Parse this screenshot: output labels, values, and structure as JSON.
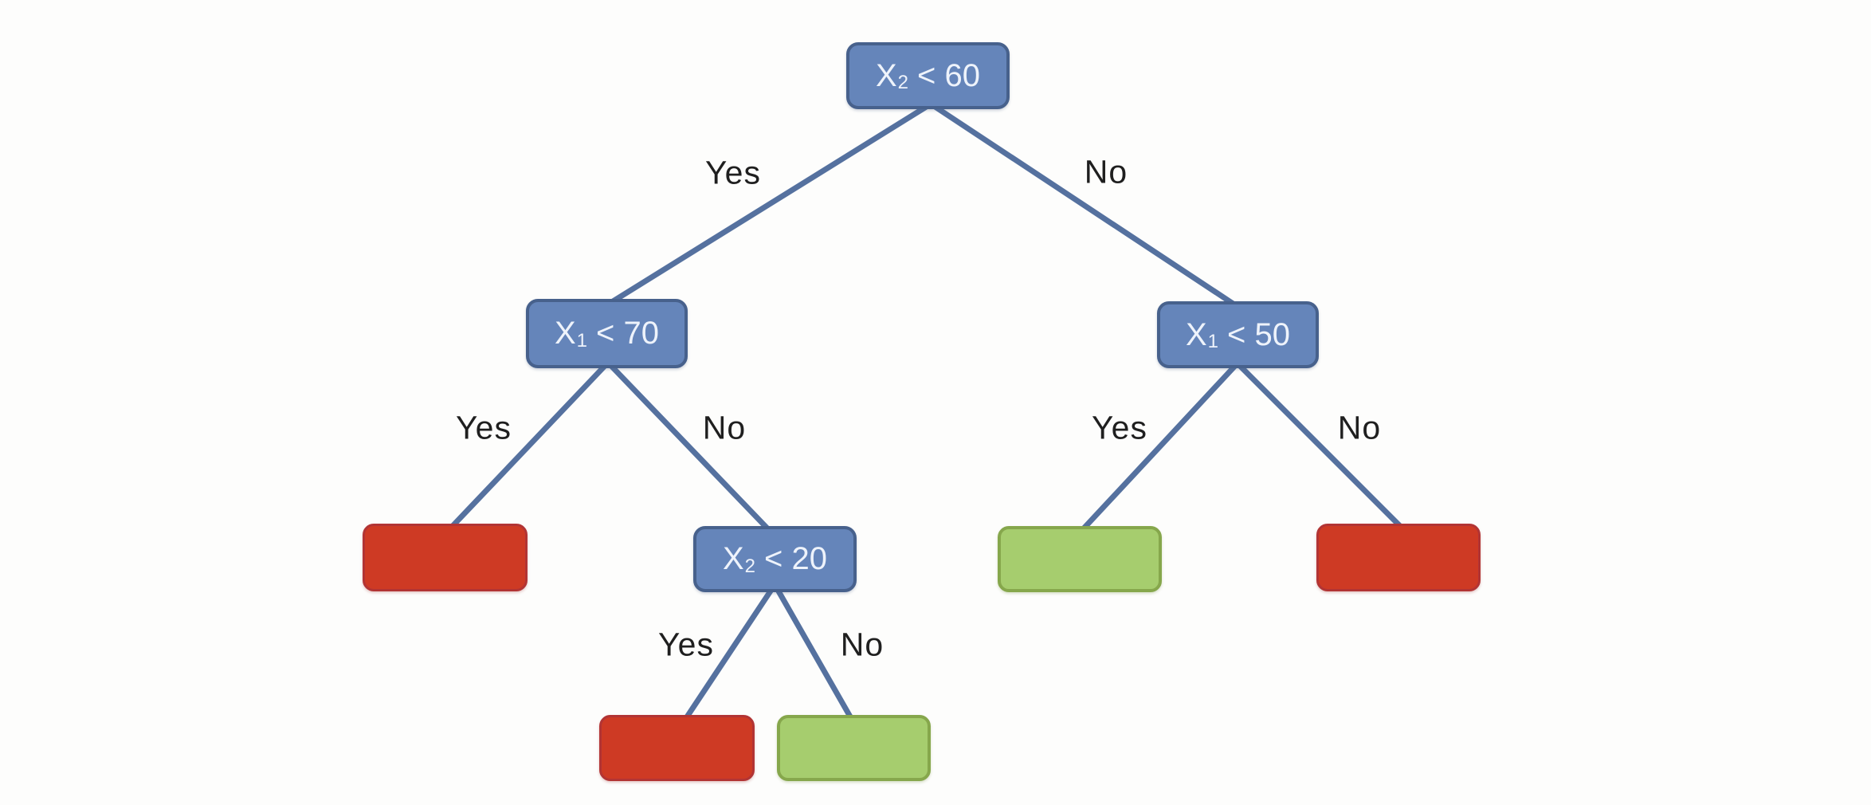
{
  "diagram": {
    "type": "decision-tree",
    "background_color": "#fdfdfc",
    "edge_color": "#55719f",
    "node_fill": "#6585ba",
    "node_border": "#47618c",
    "node_text_color": "#eef3fb",
    "label_text_color": "#1f1f1f",
    "leaf_red_fill": "#ce3a24",
    "leaf_red_border": "#b23434",
    "leaf_green_fill": "#a6cd6e",
    "leaf_green_border": "#86a74c"
  },
  "tree": {
    "nodes": {
      "root": {
        "var": "X",
        "sub": "2",
        "cond": "< 60",
        "full_label": "X2 < 60"
      },
      "left": {
        "var": "X",
        "sub": "1",
        "cond": "< 70",
        "full_label": "X1 < 70"
      },
      "right": {
        "var": "X",
        "sub": "1",
        "cond": "< 50",
        "full_label": "X1 < 50"
      },
      "mid": {
        "var": "X",
        "sub": "2",
        "cond": "< 20",
        "full_label": "X2 < 20"
      }
    },
    "leaves": {
      "far_left": {
        "color": "red"
      },
      "bottom_left": {
        "color": "red"
      },
      "bottom_right": {
        "color": "green"
      },
      "right_yes": {
        "color": "green"
      },
      "right_no": {
        "color": "red"
      }
    },
    "edge_labels": {
      "root_yes": "Yes",
      "root_no": "No",
      "left_yes": "Yes",
      "left_no": "No",
      "right_yes": "Yes",
      "right_no": "No",
      "mid_yes": "Yes",
      "mid_no": "No"
    }
  }
}
